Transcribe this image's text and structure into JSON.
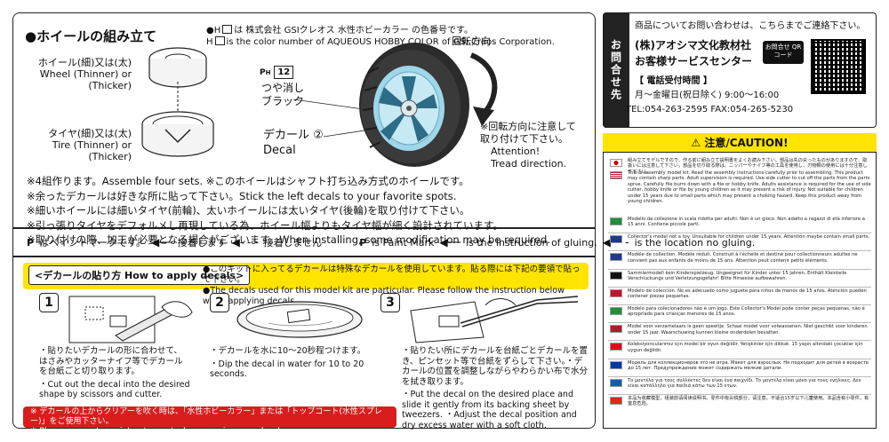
{
  "assembly": {
    "title": "●ホイールの組み立て",
    "wheel_label_jp": "ホイール(細)又は(太)",
    "wheel_label_en1": "Wheel (Thinner) or",
    "wheel_label_en2": "(Thicker)",
    "tire_label_jp": "タイヤ(細)又は(太)",
    "tire_label_en1": "Tire (Thinner) or",
    "tire_label_en2": "(Thicker)",
    "color_note_jp_prefix": "●H",
    "color_note_jp_suffix": "は 株式会社 GSIクレオス 水性ホビーカラー の色番号です。",
    "color_note_en_prefix": "H",
    "color_note_en_suffix": "is the color number of AQUEOUS HOBBY COLOR of GSI Creos Corporation.",
    "paint_code": "12",
    "paint_jp1": "つや消し",
    "paint_jp2": "ブラック",
    "rotation_label": "回転方向",
    "decal_jp": "デカール ②",
    "decal_en": "Decal",
    "rotation_note_jp1": "※回転方向に注意して",
    "rotation_note_jp2": "取り付けて下さい。",
    "rotation_note_en1": "Attention!",
    "rotation_note_en2": "Tread direction."
  },
  "notes": [
    "※4組作ります。Assemble four sets. ※このホイールはシャフト打ち込み方式のホイールです。",
    "※余ったデカールは好きな所に貼って下さい。Stick the left decals to your favorite spots.",
    "※細いホイールには細いタイヤ(前輪)、太いホイールには太いタイヤ(後輪)を取り付けて下さい。",
    "※引っ張りタイヤをデフォルメし再現している為、ホイール幅よりもタイヤ幅が細く設計されています。",
    "※取り付けの際、加工が必要となる場合がございます。When installing, some modification may be required."
  ],
  "legend": {
    "jp_paint": "はペイントマークです。",
    "jp_glue": "接着します",
    "jp_noglue": "接着しません",
    "en_paint": "is Paint Mark",
    "en_glue": "is the instruction of gluing.",
    "en_noglue": "is the location no gluing."
  },
  "howto": {
    "title": "<デカールの貼り方 How to apply decals>",
    "note_jp": "●このキットに入ってるデカールは特殊なデカールを使用しています。貼る際には下記の要領で貼って下さい。",
    "note_en": "●The decals used for this model kit are particular. Please follow the instruction below when applying decals.",
    "steps": [
      {
        "num": "1",
        "jp": "・貼りたいデカールの形に合わせて、はさみやカッターナイフ等でデカールを台紙ごと切り取ります。",
        "en": "・Cut out the decal into the desired shape by scissors and cutter."
      },
      {
        "num": "2",
        "jp": "・デカールを水に10〜20秒程つけます。",
        "en": "・Dip the decal in water for 10 to 20 seconds."
      },
      {
        "num": "3",
        "jp": "・貼りたい所にデカールを台紙ごとデカールを置き、ピンセット等で台紙をずらして下さい。・デカールの位置を調整しながらやわらかい布で水分を拭き取ります。",
        "en": "・Put the decal on the desired place and slide it gently from its backing sheet by tweezers. ・Adjust the decal position and dry excess water with a soft cloth."
      }
    ],
    "warn_jp": "※ デカールの上からクリアーを吹く時は、「水性ホビーカラー」または「トップコート(水性スプレー)」をご使用下さい。",
    "warn_en": "※ Please use water paint or topcoat when spraying over decals."
  },
  "contact": {
    "side": "お問合せ先",
    "intro": "商品についてお問い合わせは、こちらまでご連絡下さい。",
    "company": "(株)アオシマ文化教材社",
    "center": "お客様サービスセンター",
    "hours_label": "【 電話受付時間 】",
    "hours": "月〜金曜日(祝日除く) 9:00〜16:00",
    "phone": "TEL:054-263-2595  FAX:054-265-5230",
    "qr_badge": "お問合せ QRコード"
  },
  "caution": {
    "title": "⚠ 注意/CAUTION!",
    "jp": "組み立てモデルですので、作る前に組み立て説明書をよくお読み下さい。部品は先の尖ったものがありますので、取扱いには注意して下さい。部品を切り取る際は、ニッパーやナイフ等の工具を使用し、刃物類の使用には十分注意して下さい。",
    "en": "This is assembly model kit. Read the assembly instructions carefully prior to assembling. This product may contain sharp parts. Adult supervision is required. Use side cutter to cut off the parts from the parts sprue. Carefully file burrs down with a file or hobby knife. Adults assistance is required for the use of side cutter, hobby knife or file by young children as it may present a risk of injury. Not suitable for children under 15 years due to small parts which may present a choking hazard. Keep this product away from young children.",
    "langs": [
      {
        "flag_color": "#1f8f3a",
        "text": "Modello da collezione in scala ridotta per adulti. Non è un gioco. Non adatto a ragazzi di età inferiore a 15 anni. Contiene piccole parti."
      },
      {
        "flag_color": "#1b3a8c",
        "text": "Collector's model not a toy. Unsuitable for children under 15 years. Attention maybe contain small parts."
      },
      {
        "flag_color": "#1b3a8c",
        "text": "Modèle de collection. Modèle réduit. Construit à l'échelle et destiné pour collectionneurs adultes ne convient pas aux enfants de moins de 15 ans. Attention peut contenir petits éléments."
      },
      {
        "flag_color": "#111111",
        "text": "Sammlermodell kein Kinderspielzeug. Ungeeignet für Kinder unter 15 Jahren. Enthält Kleinteile Verschluckungs und Verletzungsgefahr! Bitte Hinweise aufbewahren."
      },
      {
        "flag_color": "#c8102e",
        "text": "Modelo de colección. No es adecuado como juguete para niños de menos de 15 años. Atención pueden contener piezas pequeñas."
      },
      {
        "flag_color": "#1f8f3a",
        "text": "Modelo para colecionadores não é um jogo. Este Collector's Model pode conter peças pequenas, não é apropriado para crianças menores de 15 anos."
      },
      {
        "flag_color": "#ae1c28",
        "text": "Model voor verzamelaars is geen speeltje. Schaal model voor volwassenen. Niet geschikt voor kinderen onder 15 jaar. Waarschuwing kunnen kleine onderdelen bevatten."
      },
      {
        "flag_color": "#e30a17",
        "text": "Koleksiyoncularımız için model bir oyun değildir. Yetişkinler için dikkat. 15 yaşın altındaki çocuklar için uygun değildir."
      },
      {
        "flag_color": "#0039a6",
        "text": "Модель для коллекционеров это не игра. Макет для взрослых. Не подходит для детей в возрасте до 15 лет. Предупреждение может содержать мелкие детали."
      },
      {
        "flag_color": "#0d5eaf",
        "text": "Το μοντέλο για τους συλλέκτες δεν είναι ένα παιχνίδι. Το μοντέλο είναι μόνο για τους ενήλικες. Δεν είναι κατάλληλο για παιδιά κάτω των 15 ετών."
      },
      {
        "flag_color": "#de2910",
        "text": "本品为收藏模型，组装前请阅读说明书。零件中有尖锐部分，请注意。不适合15岁以下儿童使用。本品含有小零件，有窒息危险。"
      }
    ]
  }
}
